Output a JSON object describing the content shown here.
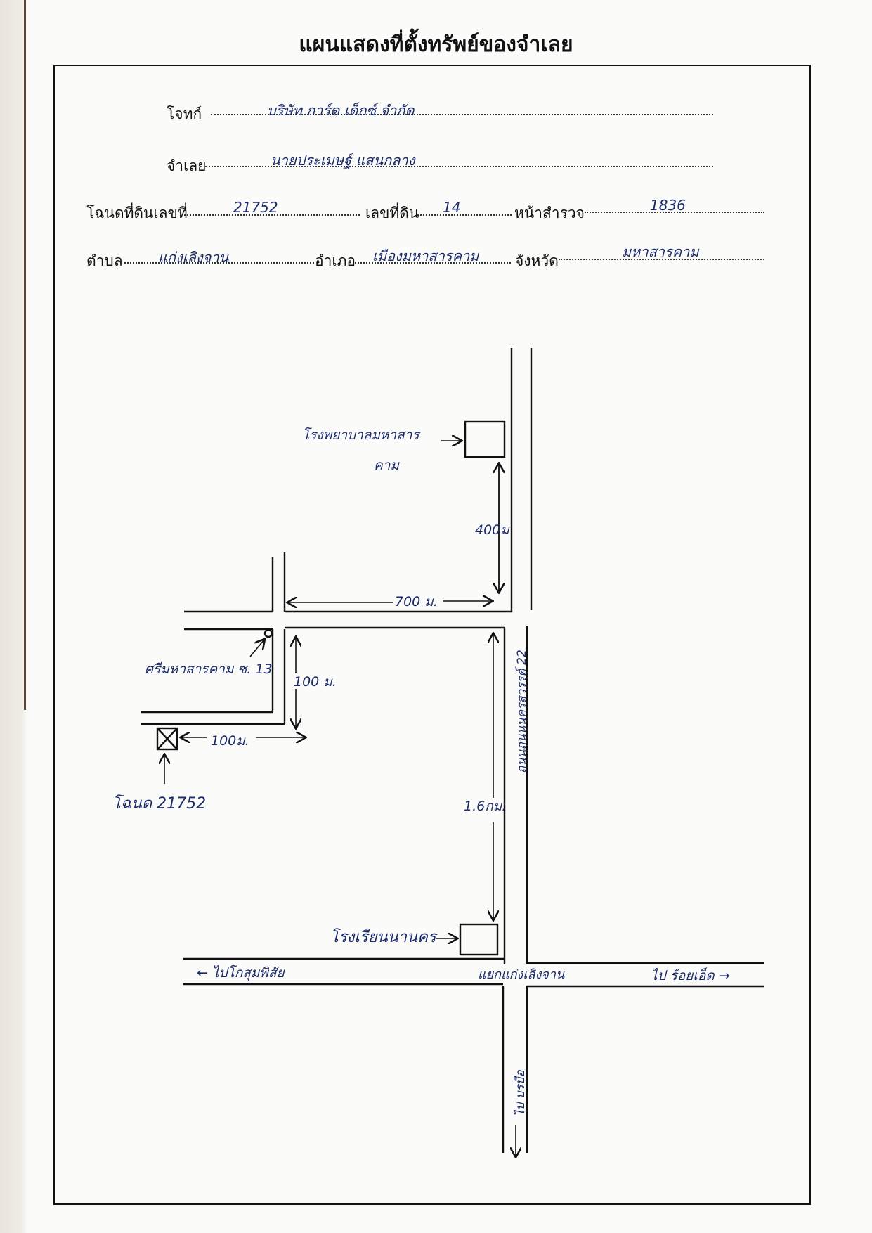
{
  "title": "แผนแสดงที่ตั้งทรัพย์ของจำเลย",
  "form": {
    "plaintiff_label": "โจทก์",
    "plaintiff_value": "บริษัท การ์ด เด็กซ์ จำกัด",
    "defendant_label": "จำเลย",
    "defendant_value": "นายประเมษฐ์ แสนกลาง",
    "deed_label": "โฉนดที่ดินเลขที่",
    "deed_value": "21752",
    "land_no_label": "เลขที่ดิน",
    "land_no_value": "14",
    "survey_page_label": "หน้าสำรวจ",
    "survey_page_value": "1836",
    "subdistrict_label": "ตำบล",
    "subdistrict_value": "แก่งเลิงจาน",
    "district_label": "อำเภอ",
    "district_value": "เมืองมหาสารคาม",
    "province_label": "จังหวัด",
    "province_value": "มหาสารคาม"
  },
  "map": {
    "hospital_label_1": "โรงพยาบาลมหาสาร",
    "hospital_label_2": "คาม",
    "dist_400": "400ม",
    "dist_700": "700 ม.",
    "community_label": "ศรีมหาสารคาม ซ. 13",
    "dist_100_vertical": "100 ม.",
    "dist_100_horizontal": "100ม.",
    "deed_marker_label": "โฉนด 21752",
    "road_name": "ถนนถนนนครสวรรค์ 22",
    "dist_1_6km": "1.6กม.",
    "school_label": "โรงเรียนนานคร",
    "to_left_label": "← ไปโกสุมพิสัย",
    "junction_label": "แยกแก่งเลิงจาน",
    "to_right_label": "ไป ร้อยเอ็ด →",
    "to_south_label": "ไป บรบือ"
  }
}
